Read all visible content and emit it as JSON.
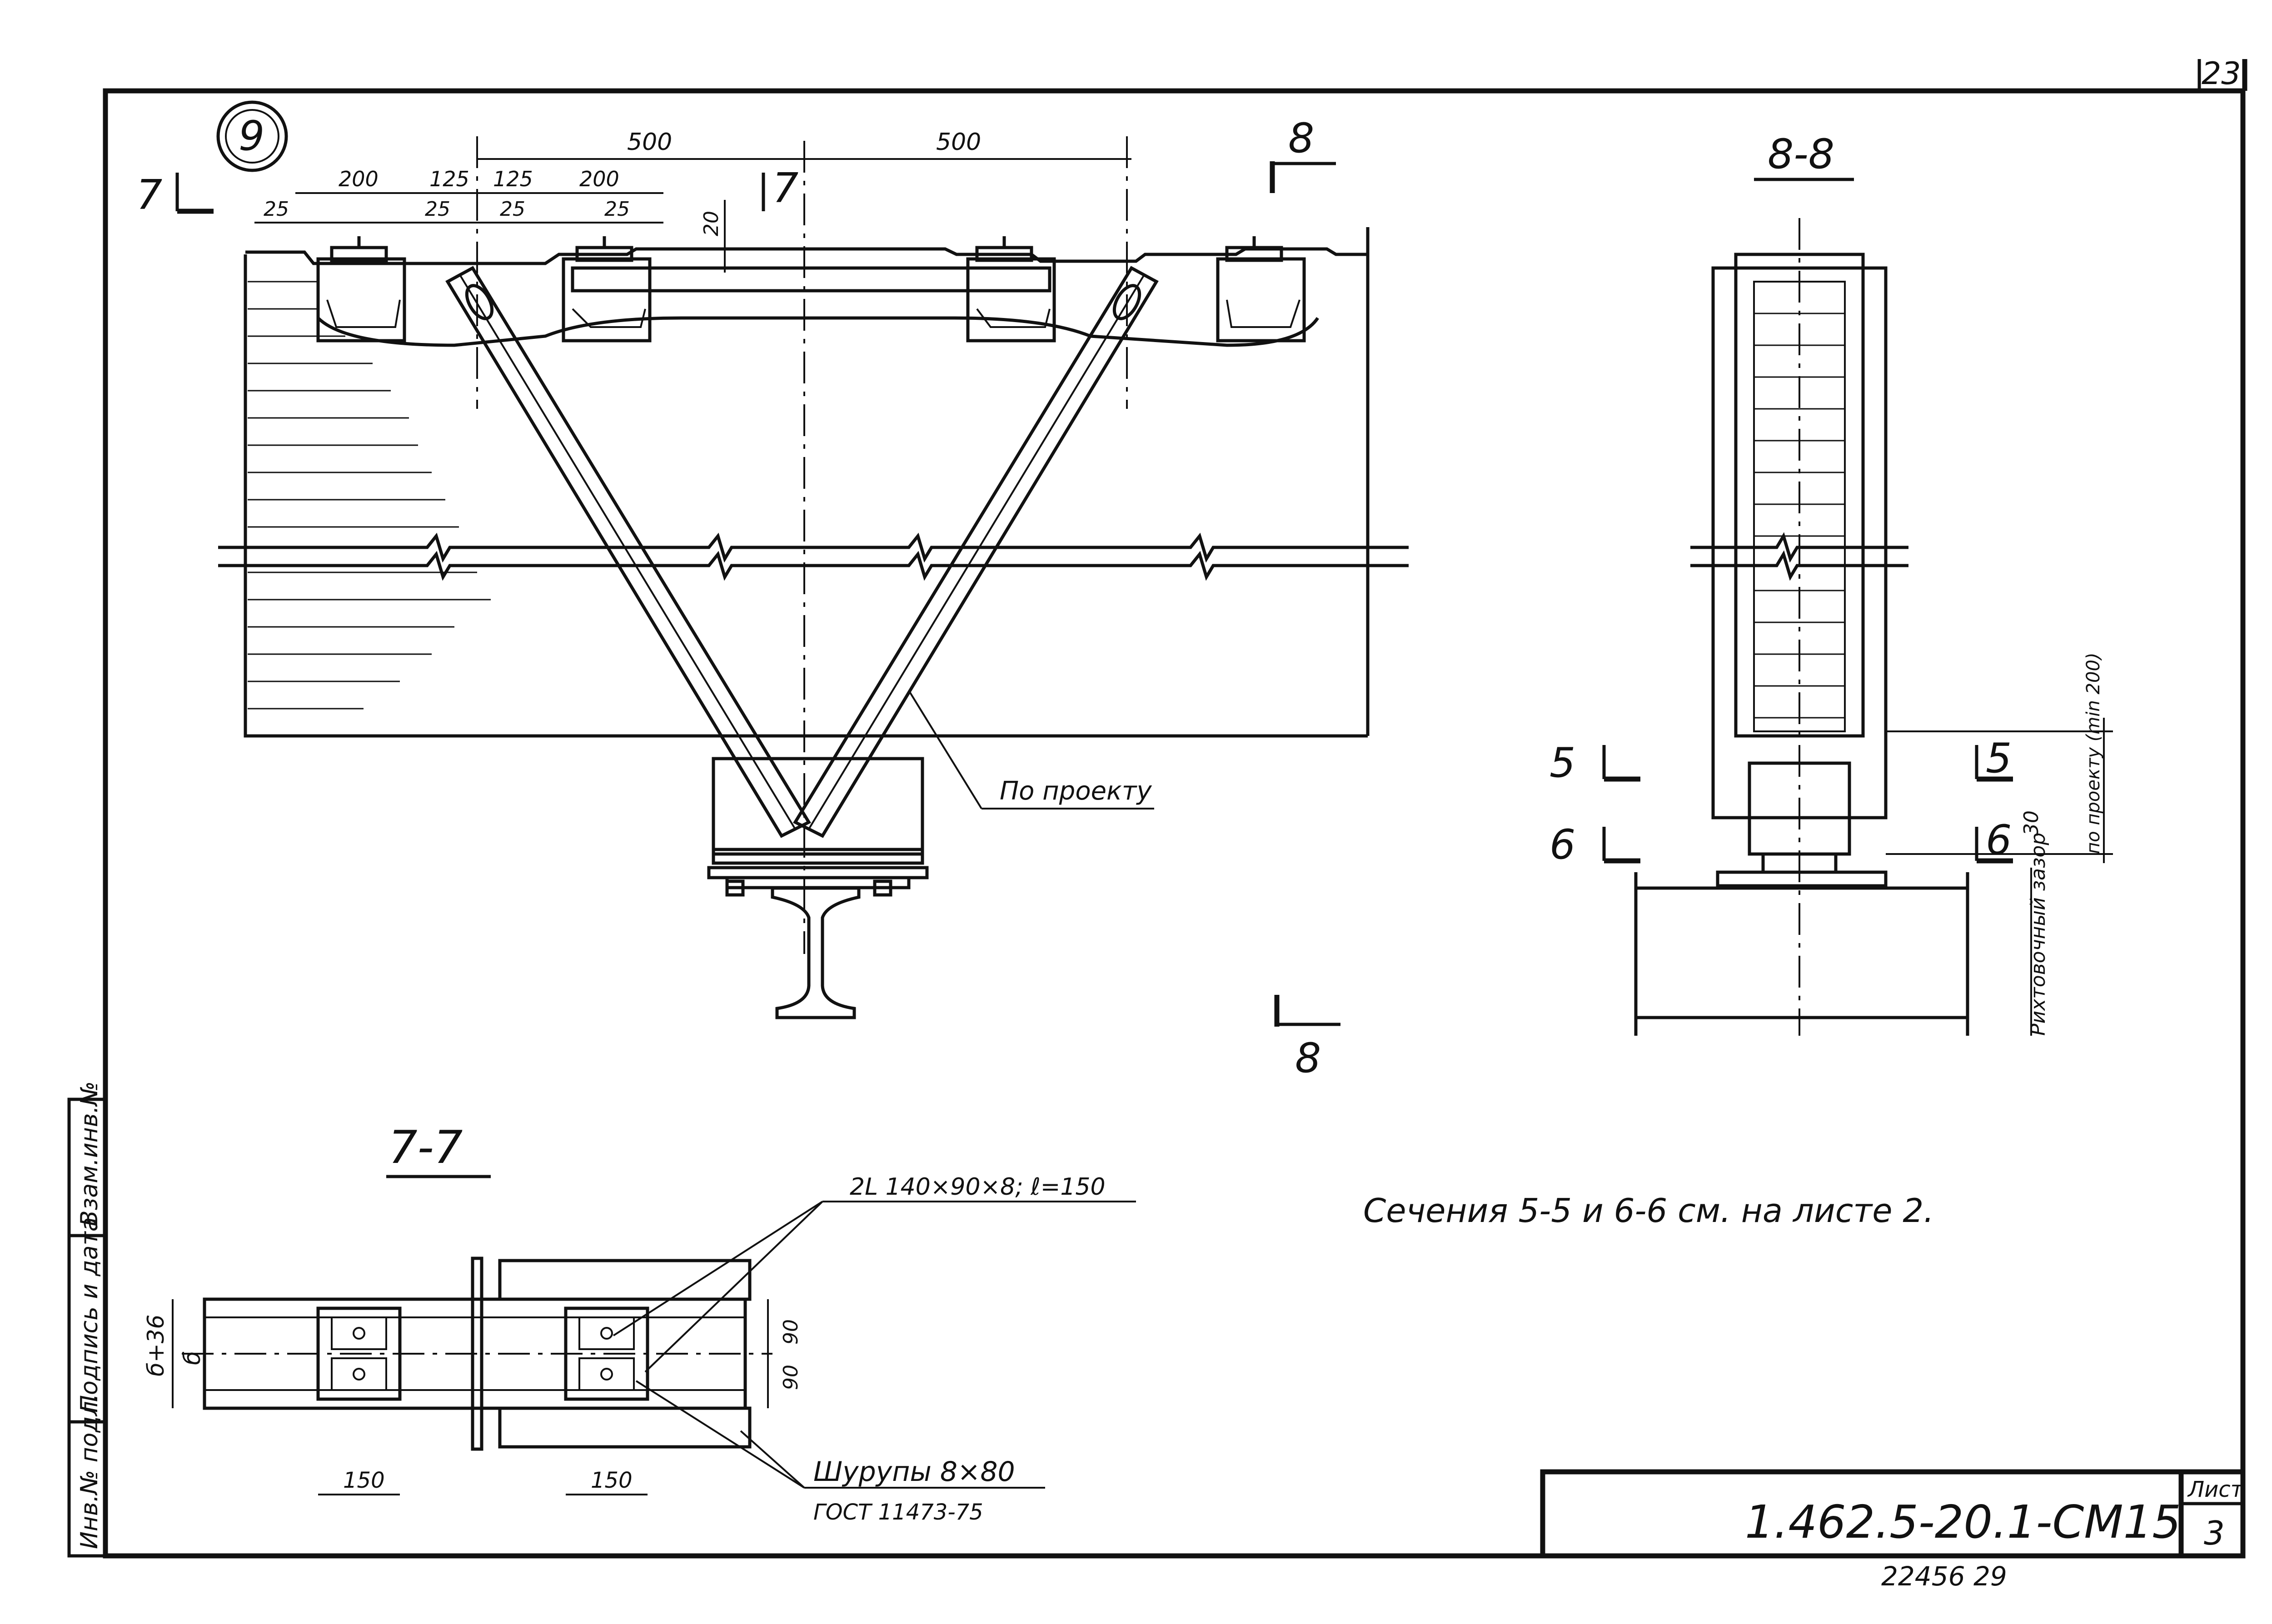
{
  "sheet": {
    "page_no": "23",
    "detail_marker": "9",
    "doc_code": "1.462.5-20.1-СМ15",
    "sheet_label": "Лист",
    "sheet_no": "3",
    "archive_no": "22456 29",
    "sections_note": "Сечения  5-5 и 6-6 см. на листе 2.",
    "stamp_labels": [
      "Инв.№ подл.",
      "Подпись и дата",
      "Взам.инв.№"
    ]
  },
  "main_view": {
    "dims_top": [
      "500",
      "500"
    ],
    "dims_second": [
      "200",
      "125",
      "125",
      "200"
    ],
    "dims_third": [
      "25",
      "25",
      "25",
      "25"
    ],
    "dim_vertical": "20",
    "cut_7_label": "7",
    "cut_8_label": "8",
    "callout": "По проекту"
  },
  "section_8_8": {
    "title": "8-8",
    "cut_5_label": "5",
    "cut_6_label": "6",
    "dim_30": "30",
    "dim_side": "по проекту\n(min 200)",
    "gap_label": "Рихтовочный\nзазор"
  },
  "section_7_7": {
    "title": "7-7",
    "angle_label": "2L 140×90×8; ℓ=150",
    "screws_label": "Шурупы 8×80",
    "screws_std": "ГОСТ 11473-75",
    "dim_b": "б",
    "dim_b36": "б+36",
    "dim_90": "90",
    "dim_150": "150"
  }
}
